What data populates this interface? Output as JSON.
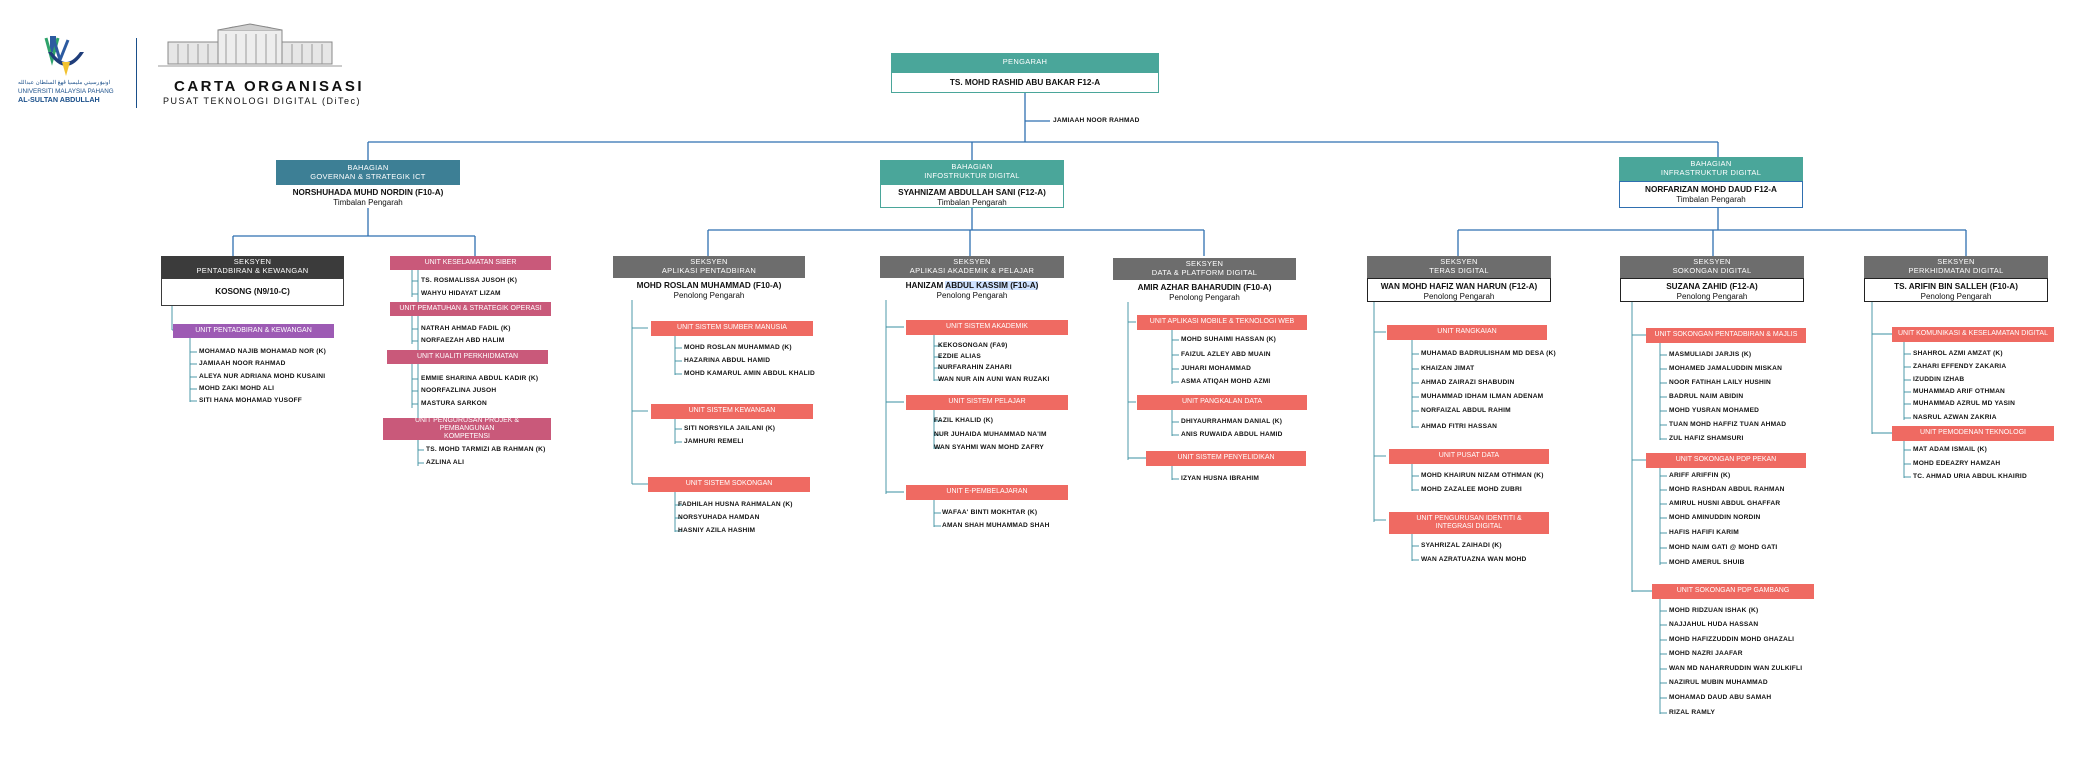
{
  "logo": {
    "arabic": "اونيۏرسيتي مليسيا ڤهڠ السلطان عبدالله",
    "line1": "UNIVERSITI MALAYSIA PAHANG",
    "line2": "AL-SULTAN ABDULLAH"
  },
  "header": {
    "title": "CARTA ORGANISASI",
    "subtitle": "PUSAT TEKNOLOGI DIGITAL (DiTec)"
  },
  "colors": {
    "teal": "#4aa69a",
    "steel": "#3d7f95",
    "darkgrey": "#3b3b3b",
    "grey": "#6d6d6d",
    "coral": "#ef6a62",
    "pink": "#c9597a",
    "purple": "#9d5bb4",
    "line": "#2f6fb0"
  },
  "pengarah": {
    "title": "PENGARAH",
    "name": "TS. MOHD RASHID ABU BAKAR F12-A",
    "assistant": "JAMIAAH NOOR RAHMAD"
  },
  "bahagian": [
    {
      "title": "BAHAGIAN\nGOVERNAN & STRATEGIK ICT",
      "name": "NORSHUHADA MUHD NORDIN (F10-A)",
      "role": "Timbalan Pengarah"
    },
    {
      "title": "BAHAGIAN\nINFOSTRUKTUR DIGITAL",
      "name": "SYAHNIZAM ABDULLAH SANI (F12-A)",
      "role": "Timbalan Pengarah"
    },
    {
      "title": "BAHAGIAN\nINFRASTRUKTUR DIGITAL",
      "name": "NORFARIZAN MOHD DAUD F12-A",
      "role": "Timbalan Pengarah"
    }
  ],
  "seksyen": [
    {
      "title": "SEKSYEN\nPENTADBIRAN & KEWANGAN",
      "name": "KOSONG (N9/10-C)",
      "role": ""
    },
    {
      "title": "SEKSYEN\nAPLIKASI PENTADBIRAN",
      "name": "MOHD ROSLAN MUHAMMAD (F10-A)",
      "role": "Penolong Pengarah"
    },
    {
      "title": "SEKSYEN\nAPLIKASI AKADEMIK & PELAJAR",
      "name_a": "HANIZAM ",
      "name_b": "ABDUL KASSIM (F10-A)",
      "role": "Penolong Pengarah"
    },
    {
      "title": "SEKSYEN\nDATA & PLATFORM DIGITAL",
      "name": "AMIR AZHAR BAHARUDIN (F10-A)",
      "role": "Penolong Pengarah"
    },
    {
      "title": "SEKSYEN\nTERAS DIGITAL",
      "name": "WAN MOHD HAFIZ WAN HARUN (F12-A)",
      "role": "Penolong Pengarah"
    },
    {
      "title": "SEKSYEN\nSOKONGAN DIGITAL",
      "name": "SUZANA ZAHID (F12-A)",
      "role": "Penolong Pengarah"
    },
    {
      "title": "SEKSYEN\nPERKHIDMATAN DIGITAL",
      "name": "TS. ARIFIN BIN SALLEH (F10-A)",
      "role": "Penolong Pengarah"
    }
  ],
  "units": {
    "u0": {
      "title": "UNIT PENTADBIRAN & KEWANGAN",
      "members": [
        "MOHAMAD NAJIB MOHAMAD NOR (K)",
        "JAMIAAH NOOR RAHMAD",
        "ALEYA NUR ADRIANA MOHD KUSAINI",
        "MOHD ZAKI MOHD ALI",
        "SITI HANA MOHAMAD YUSOFF"
      ]
    },
    "u1": {
      "title": "UNIT KESELAMATAN SIBER",
      "members": [
        "TS. ROSMALISSA JUSOH (K)",
        "WAHYU HIDAYAT LIZAM"
      ]
    },
    "u2": {
      "title": "UNIT PEMATUHAN & STRATEGIK OPERASI",
      "members": [
        "NATRAH AHMAD FADIL (K)",
        "NORFAEZAH ABD HALIM"
      ]
    },
    "u3": {
      "title": "UNIT KUALITI PERKHIDMATAN",
      "members": [
        "EMMIE SHARINA ABDUL KADIR (K)",
        "NOORFAZLINA JUSOH",
        "MASTURA SARKON"
      ]
    },
    "u4": {
      "title": "UNIT PENGURUSAN PROJEK & PEMBANGUNAN\nKOMPETENSI",
      "members": [
        "TS. MOHD TARMIZI AB RAHMAN (K)",
        "AZLINA ALI"
      ]
    },
    "u5": {
      "title": "UNIT SISTEM SUMBER MANUSIA",
      "members": [
        "MOHD ROSLAN MUHAMMAD (K)",
        "HAZARINA ABDUL HAMID",
        "MOHD KAMARUL AMIN ABDUL KHALID"
      ]
    },
    "u6": {
      "title": "UNIT SISTEM KEWANGAN",
      "members": [
        "SITI NORSYILA JAILANI (K)",
        "JAMHURI REMELI"
      ]
    },
    "u7": {
      "title": "UNIT SISTEM SOKONGAN",
      "members": [
        "FADHILAH HUSNA RAHMALAN (K)",
        "NORSYUHADA HAMDAN",
        "HASNIY AZILA HASHIM"
      ]
    },
    "u8": {
      "title": "UNIT SISTEM  AKADEMIK",
      "members": [
        "KEKOSONGAN (FA9)",
        "EZDIE ALIAS",
        "NURFARAHIN ZAHARI",
        "WAN NUR AIN AUNI WAN RUZAKI"
      ]
    },
    "u9": {
      "title": "UNIT SISTEM  PELAJAR",
      "members": [
        "FAZIL KHALID (K)",
        "NUR JUHAIDA MUHAMMAD NA'IM",
        "WAN SYAHMI WAN MOHD ZAFRY"
      ]
    },
    "u10": {
      "title": "UNIT E-PEMBELAJARAN",
      "members": [
        "WAFAA' BINTI  MOKHTAR (K)",
        "AMAN SHAH MUHAMMAD SHAH"
      ]
    },
    "u11": {
      "title": "UNIT APLIKASI MOBILE  & TEKNOLOGI  WEB",
      "members": [
        "MOHD SUHAIMI HASSAN (K)",
        "FAIZUL AZLEY ABD MUAIN",
        "JUHARI MOHAMMAD",
        "ASMA ATIQAH MOHD AZMI"
      ]
    },
    "u12": {
      "title": "UNIT PANGKALAN DATA",
      "members": [
        "DHIYAURRAHMAN DANIAL (K)",
        "ANIS RUWAIDA ABDUL HAMID"
      ]
    },
    "u13": {
      "title": "UNIT SISTEM PENYELIDIKAN",
      "members": [
        "IZYAN HUSNA IBRAHIM"
      ]
    },
    "u14": {
      "title": "UNIT RANGKAIAN",
      "members": [
        "MUHAMAD BADRULISHAM MD DESA (K)",
        "KHAIZAN JIMAT",
        "AHMAD ZAIRAZI SHABUDIN",
        "MUHAMMAD IDHAM ILMAN ADENAM",
        "NORFAIZAL ABDUL RAHIM",
        "AHMAD FITRI HASSAN"
      ]
    },
    "u15": {
      "title": "UNIT PUSAT DATA",
      "members": [
        "MOHD KHAIRUN NIZAM OTHMAN (K)",
        "MOHD ZAZALEE MOHD ZUBRI"
      ]
    },
    "u16": {
      "title": "UNIT PENGURUSAN IDENTITI &\nINTEGRASI DIGITAL",
      "members": [
        "SYAHRIZAL ZAIHADI (K)",
        "WAN AZRATUAZNA WAN MOHD"
      ]
    },
    "u17": {
      "title": "UNIT SOKONGAN PENTADBIRAN & MAJLIS",
      "members": [
        "MASMULIADI JARJIS (K)",
        "MOHAMED JAMALUDDIN MISKAN",
        "NOOR FATIHAH LAILY HUSHIN",
        "BADRUL NAIM ABIDIN",
        "MOHD YUSRAN MOHAMED",
        "TUAN MOHD HAFFIZ TUAN AHMAD",
        "ZUL HAFIZ SHAMSURI"
      ]
    },
    "u18": {
      "title": "UNIT SOKONGAN PDP PEKAN",
      "members": [
        "ARIFF ARIFFIN (K)",
        "MOHD RASHDAN ABDUL RAHMAN",
        "AMIRUL HUSNI ABDUL GHAFFAR",
        "MOHD AMINUDDIN NORDIN",
        "HAFIS HAFIFI KARIM",
        "MOHD NAIM GATI @ MOHD GATI",
        "MOHD AMERUL SHUIB"
      ]
    },
    "u19": {
      "title": "UNIT SOKONGAN PDP GAMBANG",
      "members": [
        "MOHD RIDZUAN ISHAK (K)",
        "NAJJAHUL HUDA HASSAN",
        "MOHD HAFIZZUDDIN MOHD GHAZALI",
        "MOHD NAZRI JAAFAR",
        "WAN MD NAHARRUDDIN WAN ZULKIFLI",
        "NAZIRUL MUBIN MUHAMMAD",
        "MOHAMAD DAUD ABU SAMAH",
        "RIZAL RAMLY"
      ]
    },
    "u20": {
      "title": "UNIT KOMUNIKASI & KESELAMATAN DIGITAL",
      "members": [
        "SHAHROL AZMI AMZAT (K)",
        "ZAHARI EFFENDY ZAKARIA",
        "IZUDDIN IZHAB",
        "MUHAMMAD ARIF OTHMAN",
        "MUHAMMAD AZRUL MD YASIN",
        "NASRUL AZWAN  ZAKRIA"
      ]
    },
    "u21": {
      "title": "UNIT PEMODENAN TEKNOLOGI",
      "members": [
        "MAT ADAM ISMAIL (K)",
        "MOHD EDEAZRY HAMZAH",
        "TC. AHMAD URIA ABDUL KHAIRID"
      ]
    }
  }
}
